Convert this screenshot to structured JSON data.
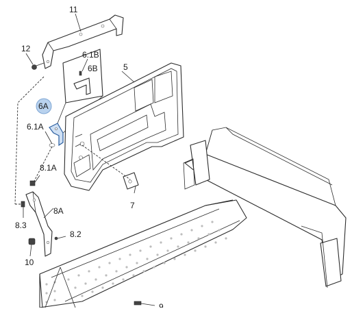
{
  "diagram": {
    "highlighted_callout": "6A",
    "highlight_color": "#b9d2ee",
    "callouts": {
      "c11": "11",
      "c12": "12",
      "c6_1b": "6.1B",
      "c6b": "6B",
      "c5": "5",
      "c6a": "6A",
      "c6_1a": "6.1A",
      "c8_1a": "8.1A",
      "c7": "7",
      "c8a": "8A",
      "c8_3": "8.3",
      "c8_2": "8.2",
      "c10": "10",
      "c9": "9"
    }
  }
}
